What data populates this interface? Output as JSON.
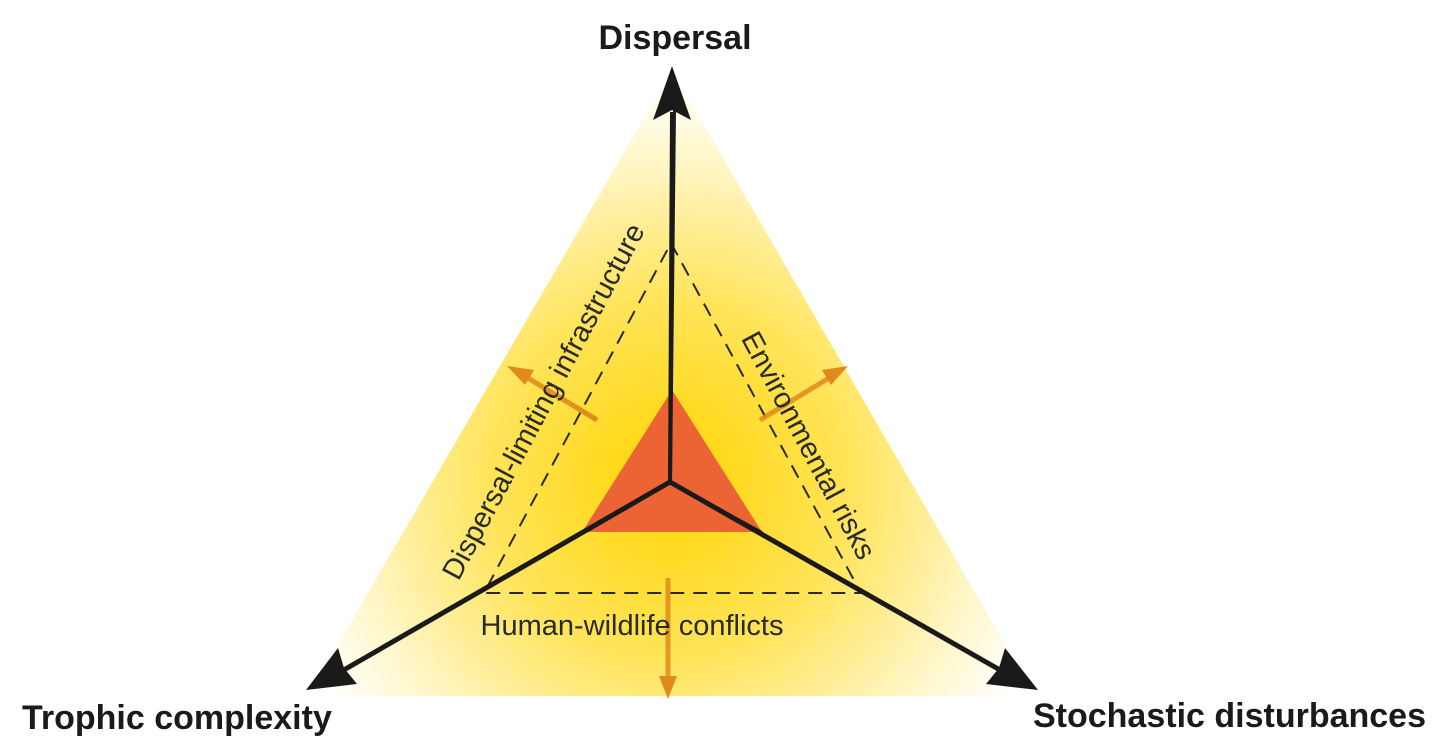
{
  "axes": {
    "top": "Dispersal",
    "left": "Trophic complexity",
    "right": "Stochastic disturbances"
  },
  "edges": {
    "left": "Dispersal-limiting infrastructure",
    "right": "Environmental risks",
    "bottom": "Human-wildlife conflicts"
  },
  "colors": {
    "glow_center": "#ffd62a",
    "glow_edge": "#fff6c8",
    "core_triangle": "#ec6434",
    "axis": "#1a1a1a",
    "pressure_arrow": "#e08a1c",
    "dashed": "#2a2a2a",
    "background": "#ffffff"
  }
}
